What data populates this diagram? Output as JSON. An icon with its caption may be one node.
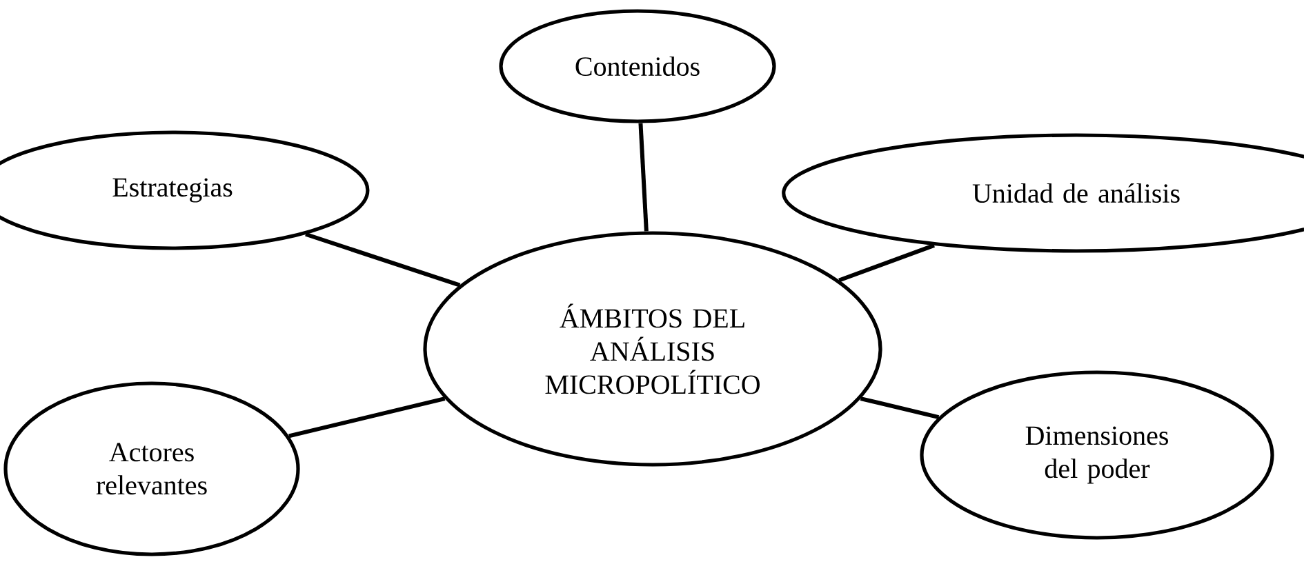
{
  "diagram": {
    "nodes": [
      {
        "text": [
          "ÁMBITOS DEL ANÁLISIS MICROPOLÍTICO"
        ]
      },
      {
        "text": [
          "Contenidos"
        ]
      },
      {
        "text": [
          "Estrategias"
        ]
      },
      {
        "text": [
          "Unidad de análisis"
        ]
      },
      {
        "text": [
          "Actores relevantes"
        ]
      },
      {
        "text": [
          "Dimensiones del poder"
        ]
      }
    ],
    "edges": [
      {
        "from": 0,
        "to": 1,
        "arrow": "none"
      },
      {
        "from": 0,
        "to": 2,
        "arrow": "none"
      },
      {
        "from": 0,
        "to": 3,
        "arrow": "none"
      },
      {
        "from": 0,
        "to": 4,
        "arrow": "none"
      },
      {
        "from": 0,
        "to": 5,
        "arrow": "none"
      }
    ]
  }
}
